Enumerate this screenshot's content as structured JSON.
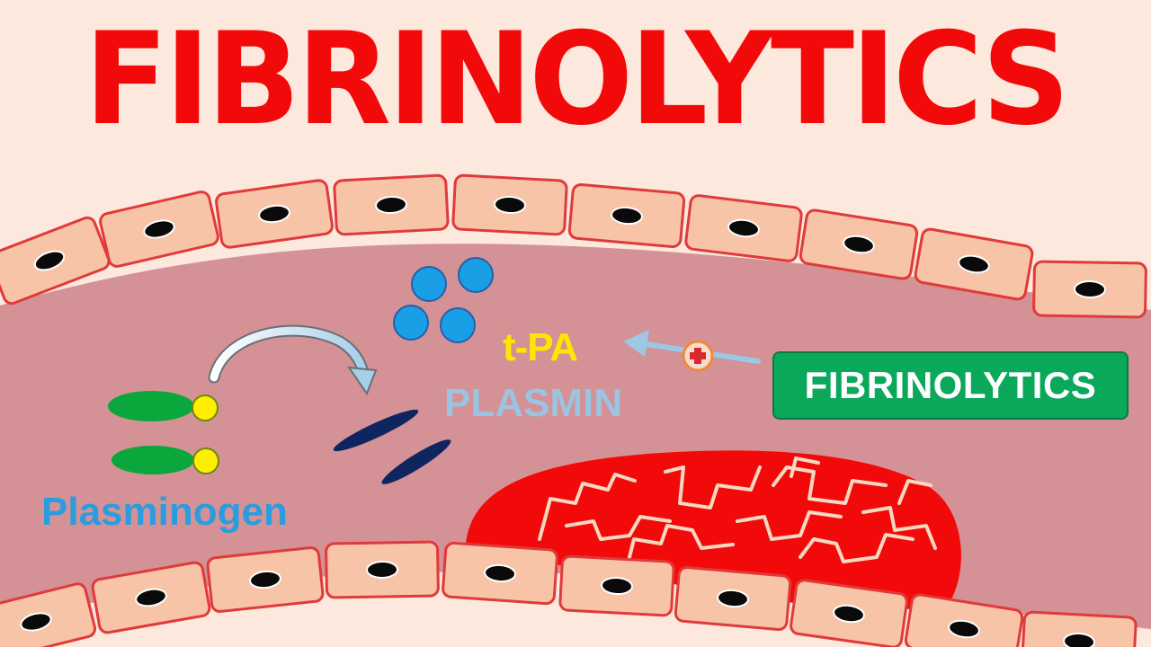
{
  "title": "FIBRINOLYTICS",
  "labels": {
    "tpa": "t-PA",
    "plasmin": "PLASMIN",
    "plasminogen": "Plasminogen",
    "drug_box": "FIBRINOLYTICS"
  },
  "colors": {
    "title": "#f20a0a",
    "vessel_lumen": "#d49196",
    "background": "#fce8dc",
    "endothelial_cell": "#f7c4a8",
    "cell_border": "#e03a3a",
    "clot": "#f20a0a",
    "plasmin_molecule": "#0f2560",
    "tpa_molecule": "#1a9ee6",
    "plasminogen_body": "#0aa83c",
    "plasminogen_head": "#ffee00",
    "drug_box": "#0aa85a"
  },
  "icons": {
    "activation_arrow": "curved-arrow-icon",
    "stimulation": "plus-circle-icon",
    "stimulation_arrow": "arrow-left-icon"
  }
}
